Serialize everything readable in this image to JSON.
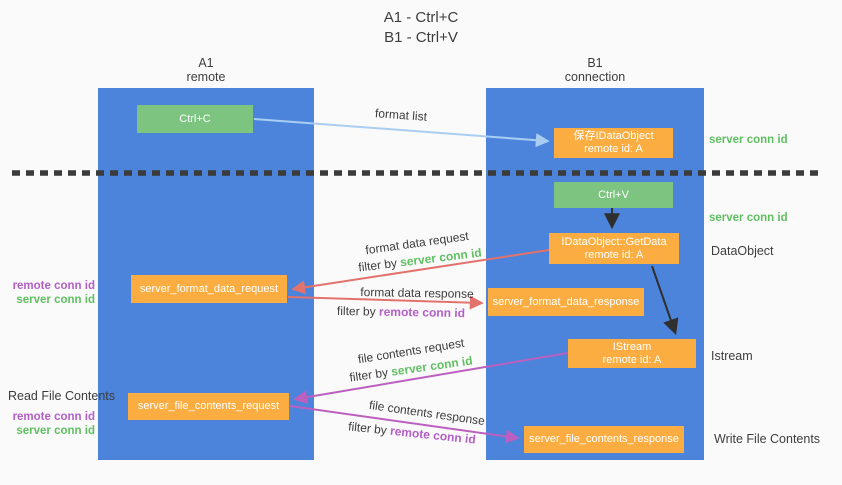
{
  "title": {
    "line1": "A1 - Ctrl+C",
    "line2": "B1 - Ctrl+V"
  },
  "lifelines": {
    "a1": {
      "name": "A1",
      "role": "remote"
    },
    "b1": {
      "name": "B1",
      "role": "connection"
    }
  },
  "boxes": {
    "ctrl_c": "Ctrl+C",
    "save_idataobject": {
      "line1": "保存IDataObject",
      "line2": "remote id: A"
    },
    "ctrl_v": "Ctrl+V",
    "getdata": {
      "line1": "IDataObject::GetData",
      "line2": "remote id: A"
    },
    "format_request": "server_format_data_request",
    "format_response": "server_format_data_response",
    "istream": {
      "line1": "IStream",
      "line2": "remote id: A"
    },
    "file_request": "server_file_contents_request",
    "file_response": "server_file_contents_response"
  },
  "arrow_labels": {
    "format_list": "format list",
    "format_data_request": "format data request",
    "format_data_response": "format data response",
    "file_contents_request": "file contents request",
    "file_contents_response": "file contents response",
    "filter_prefix": "filter by ",
    "server_conn_id": "server conn id",
    "remote_conn_id": "remote conn id"
  },
  "side_labels": {
    "left": {
      "mid_remote_conn_id": "remote conn id",
      "mid_server_conn_id": "server conn id",
      "read_file_contents": "Read File Contents",
      "bottom_remote_conn_id": "remote conn id",
      "bottom_server_conn_id": "server conn id"
    },
    "right": {
      "server_conn_id_top": "server conn id",
      "server_conn_id_mid": "server conn id",
      "dataobject": "DataObject",
      "istream": "Istream",
      "write_file_contents": "Write File Contents"
    }
  },
  "colors": {
    "background": "#fafafa",
    "lifeline_blue": "#4b84da",
    "box_green": "#7cc47f",
    "box_orange": "#fbad41",
    "arrow_light_blue": "#a9cef1",
    "arrow_black": "#2f2f2f",
    "arrow_red": "#e2736c",
    "arrow_purple": "#bb5fc0",
    "text_green": "#5fbf61",
    "text_purple": "#b45ec8",
    "text_dark": "#3d3d3d",
    "dotted_line": "#3b3b3b"
  }
}
